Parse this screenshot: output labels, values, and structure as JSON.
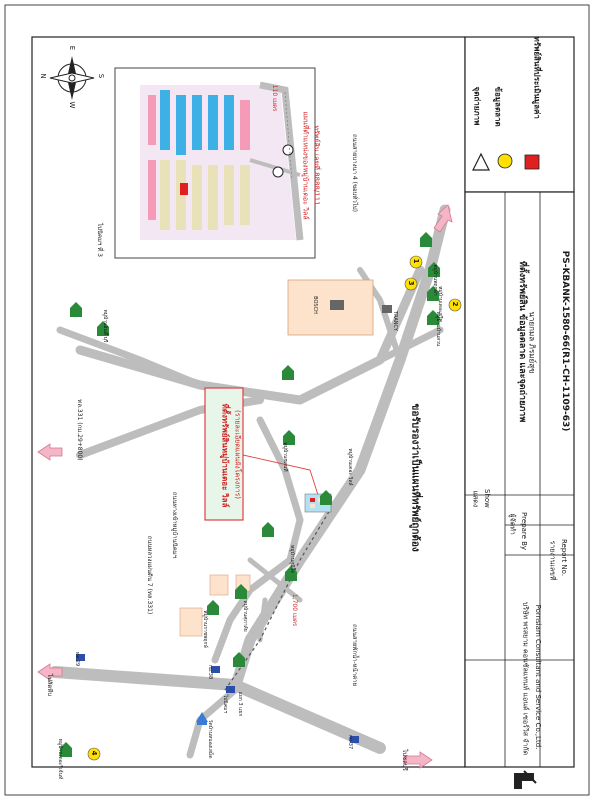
{
  "map": {
    "title": "ขอรับรองว่าเป็นแผนที่ทรัพย์ถูกต้อง",
    "highlight_box_line1": "ที่ตั้งทรัพย์สินหมู่บ้านเดอะ วิลล์",
    "highlight_box_line2": "(รายละเอียดแผนผังโครงการ)",
    "distance_label": "1,700 เมตร",
    "inset_label_1": "แผนที่ตำแหน่งของหมู่บ้านเดอะ วิลล์",
    "inset_label_2": "ทรัพย์สิน เลขที่ 8888/111",
    "inset_distance": "110 เมตร",
    "roads": {
      "left_route": "ไปสัตหีบ",
      "left_route_code": "ทล.29",
      "right_top": "ถนนหลวงแผ่นดิน 7 (ทล.331)",
      "center_vertical": "ถนนทางเข้าหมู่บ้านนิคมฯ",
      "lower_left_route": "ไปนิคมฯ",
      "lower_center_route": "ถนนสายพักน้ำ-หน้าค่าย",
      "km_label": "กม.37",
      "km_label_2": "กม.38",
      "intersection": "แยก 3 แยก",
      "top_right": "ถนนสายบางนา 4 (ขอบทั่วไป)",
      "route_331": "ทล.331 (กม.29+800)",
      "right_bottom_route": "ไปชลบุรี",
      "far_right_label": "ไปนิคมฯ ที่ 3"
    },
    "places": {
      "bosch": "BOSCH",
      "trancy": "TRANCY",
      "village_1": "หมู่บ้านเดอะ วิลล์",
      "village_2": "หมู่บ้านพฤกษา",
      "village_3": "หมู่บ้านเดอะสวีท",
      "village_4": "หมู่บ้านบ้านสวน",
      "village_5": "หมู่บ้านชลนที",
      "village_6": "หมู่บ้านภูมิใจ",
      "village_7": "หมู่บ้านศุภาลัย",
      "village_8": "หมู่บ้านอินดี้ บุรี",
      "village_9": "หมู่บ้านเดอะรีเจ้นท์",
      "village_10": "หมู่บ้านราชพฤกษ์",
      "temple": "วัดบ้านหนองเสม็ด"
    },
    "compass": {
      "n": "N",
      "s": "S",
      "e": "E",
      "w": "W"
    },
    "markers": [
      "1",
      "2",
      "3",
      "4"
    ]
  },
  "legend": {
    "item1": "ทรัพย์สินที่ประเมินมูลค่า",
    "item2": "ข้อมูลตลาด",
    "item3": "จุดถ่ายภาพ"
  },
  "title_block": {
    "heading": "ที่ตั้งทรัพย์สิน ข้อมูลตลาด และจุดถ่ายภาพ",
    "show_th": "แสดง",
    "show_en": "Show",
    "prepare_th": "ผู้จัดทำ",
    "prepare_en": "Prepare By",
    "preparer": "นายกมล ภิรมย์สุข",
    "report_th": "รายงานเลขที่",
    "report_en": "Report No.",
    "report_no": "PS-KBANK-1580-66(R1-CH-1109-63)",
    "company_th": "บริษัท พรสยาม คอนซัลแทนท์ แอนด์ เซอร์วิส จำกัด",
    "company_en": "Pornsiam Consultant and Service Co.,Ltd."
  },
  "colors": {
    "road": "#bdbdbd",
    "arrow": "#f4b6c6",
    "property": "#e02020",
    "market": "#ffe000",
    "highlight_border": "#e04040",
    "highlight_fill": "#e8f6ea"
  }
}
